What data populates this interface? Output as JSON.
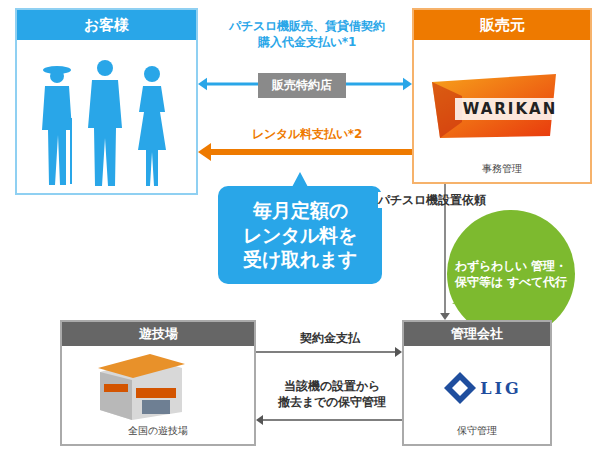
{
  "diagram": {
    "nodes": [
      {
        "text": [
          "お客様"
        ]
      },
      {
        "text": [
          "販売元",
          "事務管理"
        ]
      },
      {
        "text": [
          "販売特約店"
        ]
      },
      {
        "text": [
          "毎月定額の レンタル料を 受け取れます"
        ]
      },
      {
        "text": [
          "わずらわしい 管理・保守等は すべて代行"
        ]
      },
      {
        "text": [
          "遊技場",
          "全国の遊技場"
        ]
      },
      {
        "text": [
          "管理会社",
          "保守管理"
        ]
      }
    ],
    "edges": [
      {
        "from": 0,
        "to": 1,
        "arrow": "both",
        "label": "パチスロ機販売、賃貸借契約 購入代金支払い*1"
      },
      {
        "from": 1,
        "to": 0,
        "arrow": "to",
        "label": "レンタル料支払い*2"
      },
      {
        "from": 1,
        "to": 6,
        "arrow": "to",
        "label": "パチスロ機設置依頼"
      },
      {
        "from": 5,
        "to": 6,
        "arrow": "to",
        "label": "契約金支払"
      },
      {
        "from": 6,
        "to": 5,
        "arrow": "to",
        "label": "当該機の設置から 撤去までの保守管理"
      }
    ],
    "labels": [
      "WARIKAN",
      "LIG"
    ]
  }
}
